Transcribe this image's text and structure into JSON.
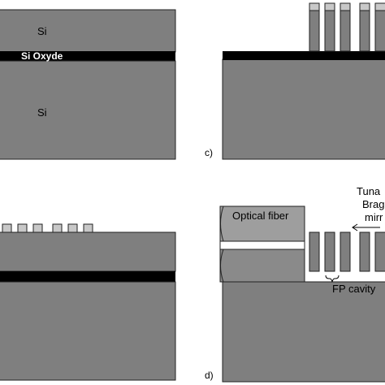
{
  "panels": {
    "a": {
      "label_top_si": "Si",
      "label_oxide": "Si Oxyde",
      "label_bottom_si": "Si"
    },
    "c": {
      "label": "c)"
    },
    "d": {
      "label": "d)",
      "optical_fiber": "Optical fiber",
      "tunable_line1": "Tuna",
      "tunable_line2": "Brag",
      "tunable_line3": "mirr",
      "fp_cavity": "FP cavity"
    }
  },
  "colors": {
    "substrate": "#7f7f7f",
    "oxide": "#000000",
    "cap": "#c8c8c8",
    "background": "#ffffff"
  }
}
